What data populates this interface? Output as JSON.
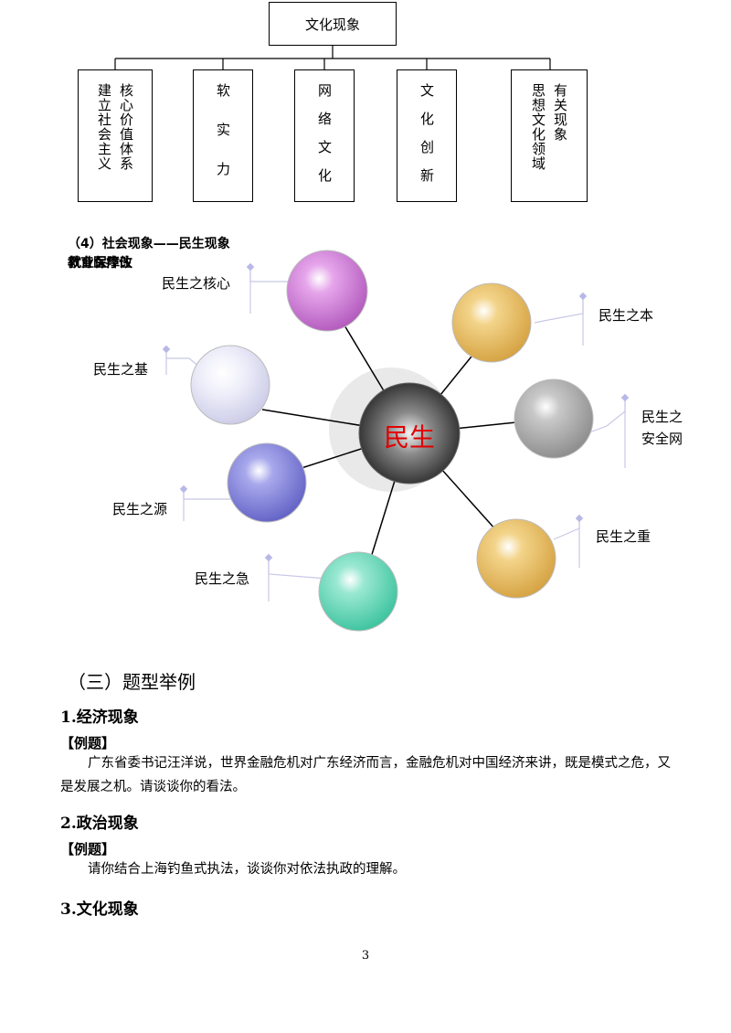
{
  "tree": {
    "root": "文化现象",
    "boxes": [
      {
        "col_right": "核心价值体系",
        "col_left": "建立社会主义"
      },
      {
        "single": "软实力"
      },
      {
        "single": "网络文化"
      },
      {
        "single": "文化创新"
      },
      {
        "col_right": "有关现象",
        "col_left": "思想文化领域"
      }
    ]
  },
  "section4": {
    "heading": "（4）社会现象——民生现象",
    "overlap_a": "教育医疗住",
    "overlap_b": "就业保障改"
  },
  "minsheng": {
    "center": "民生",
    "labels": {
      "core": "民生之核心",
      "ben": "民生之本",
      "ji": "民生之基",
      "safety_1": "民生之",
      "safety_2": "安全网",
      "yuan": "民生之源",
      "zhong": "民生之重",
      "urgent": "民生之急"
    },
    "colors": {
      "center": "#333333",
      "center_text": "#e00000",
      "core": "#c86bd0",
      "ben": "#e3b24e",
      "ji": "#d8d8f0",
      "safety": "#9c9c9c",
      "yuan": "#7373d0",
      "zhong": "#e3b24e",
      "urgent": "#4fd3b0"
    }
  },
  "content": {
    "section_title": "（三）题型举例",
    "q1_title": "1.经济现象",
    "q1_label": "【例题】",
    "q1_text": "广东省委书记汪洋说，世界金融危机对广东经济而言，金融危机对中国经济来讲，既是模式之危，又是发展之机。请谈谈你的看法。",
    "q2_title": "2.政治现象",
    "q2_label": "【例题】",
    "q2_text": "请你结合上海钓鱼式执法，谈谈你对依法执政的理解。",
    "q3_title": "3.文化现象"
  },
  "page_number": "3"
}
